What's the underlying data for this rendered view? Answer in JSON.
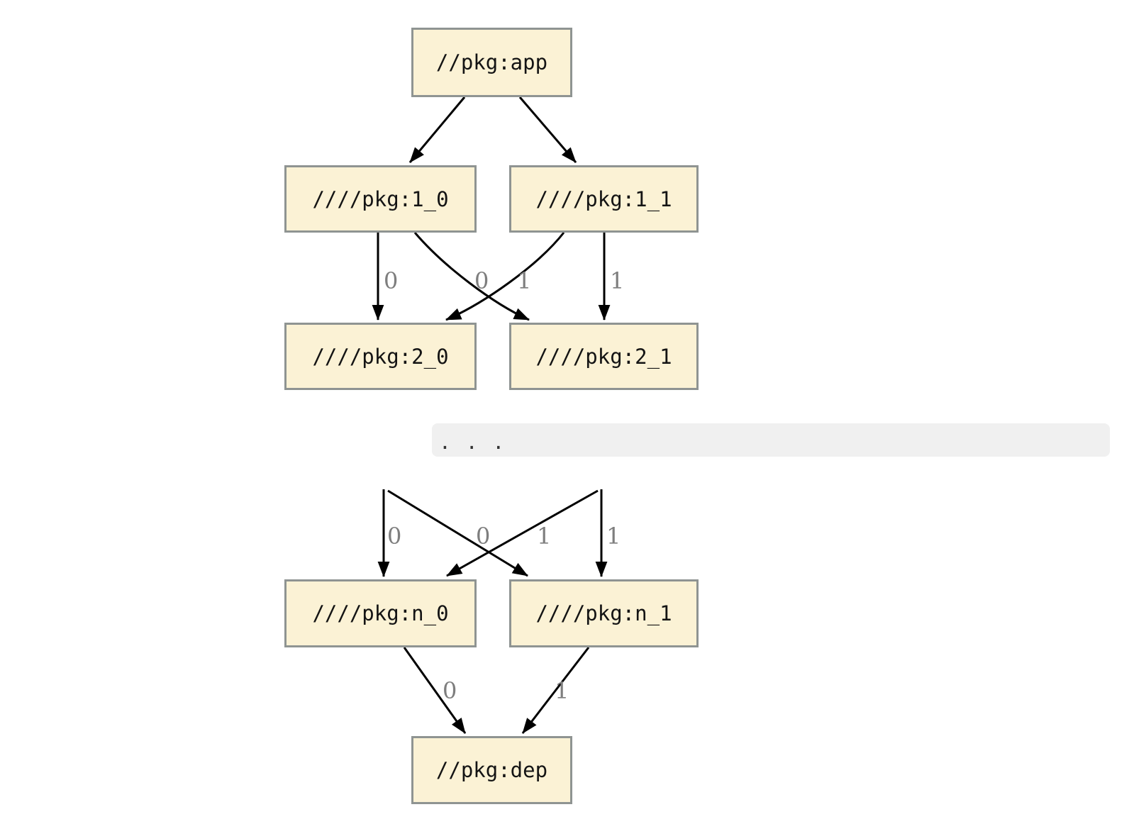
{
  "diagram": {
    "nodes": {
      "app": {
        "label": "//pkg:app"
      },
      "level1_0": {
        "label": "////pkg:1_0"
      },
      "level1_1": {
        "label": "////pkg:1_1"
      },
      "level2_0": {
        "label": "////pkg:2_0"
      },
      "level2_1": {
        "label": "////pkg:2_1"
      },
      "leveln_0": {
        "label": "////pkg:n_0"
      },
      "leveln_1": {
        "label": "////pkg:n_1"
      },
      "dep": {
        "label": "//pkg:dep"
      }
    },
    "ellipsis_text": ". . .",
    "edges": [
      {
        "from": "//pkg:app",
        "to": "////pkg:1_0",
        "label": ""
      },
      {
        "from": "//pkg:app",
        "to": "////pkg:1_1",
        "label": ""
      },
      {
        "from": "////pkg:1_0",
        "to": "////pkg:2_0",
        "label": "0"
      },
      {
        "from": "////pkg:1_0",
        "to": "////pkg:2_1",
        "label": "1"
      },
      {
        "from": "////pkg:1_1",
        "to": "////pkg:2_0",
        "label": "0"
      },
      {
        "from": "////pkg:1_1",
        "to": "////pkg:2_1",
        "label": "1"
      },
      {
        "from": "",
        "to": "////pkg:n_0",
        "label": "0"
      },
      {
        "from": "",
        "to": "////pkg:n_1",
        "label": "1"
      },
      {
        "from": "",
        "to": "////pkg:n_0",
        "label": "0"
      },
      {
        "from": "",
        "to": "////pkg:n_1",
        "label": "1"
      },
      {
        "from": "////pkg:n_0",
        "to": "//pkg:dep",
        "label": "0"
      },
      {
        "from": "////pkg:n_1",
        "to": "//pkg:dep",
        "label": "1"
      }
    ],
    "colors": {
      "node_fill": "#fbf2d5",
      "node_border": "#8f9492",
      "node_text": "#141414",
      "edge": "#000000",
      "edge_label": "#7e7e7e",
      "ellipsis_bg": "#f0f0f0"
    }
  }
}
